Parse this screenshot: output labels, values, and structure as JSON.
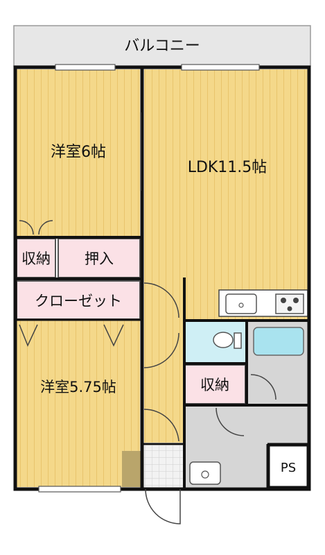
{
  "rooms": {
    "balcony": "バルコニー",
    "western_room_1": "洋室6帖",
    "ldk": "LDK11.5帖",
    "storage_1": "収納",
    "oshiire": "押入",
    "closet": "クローゼット",
    "western_room_2": "洋室5.75帖",
    "storage_2": "収納",
    "pipe_space": "PS"
  },
  "colors": {
    "wood_floor": "#f4d88a",
    "wood_stripe": "#e8c46c",
    "storage_pink": "#fbe1e6",
    "wet_area_gray": "#d6d6d6",
    "tile_cyan": "#cfeff5",
    "tub_cyan": "#a9e3ef",
    "entrance_brown": "#b9a56b",
    "wall": "#111111",
    "balcony_gray": "#e7e7e7"
  }
}
